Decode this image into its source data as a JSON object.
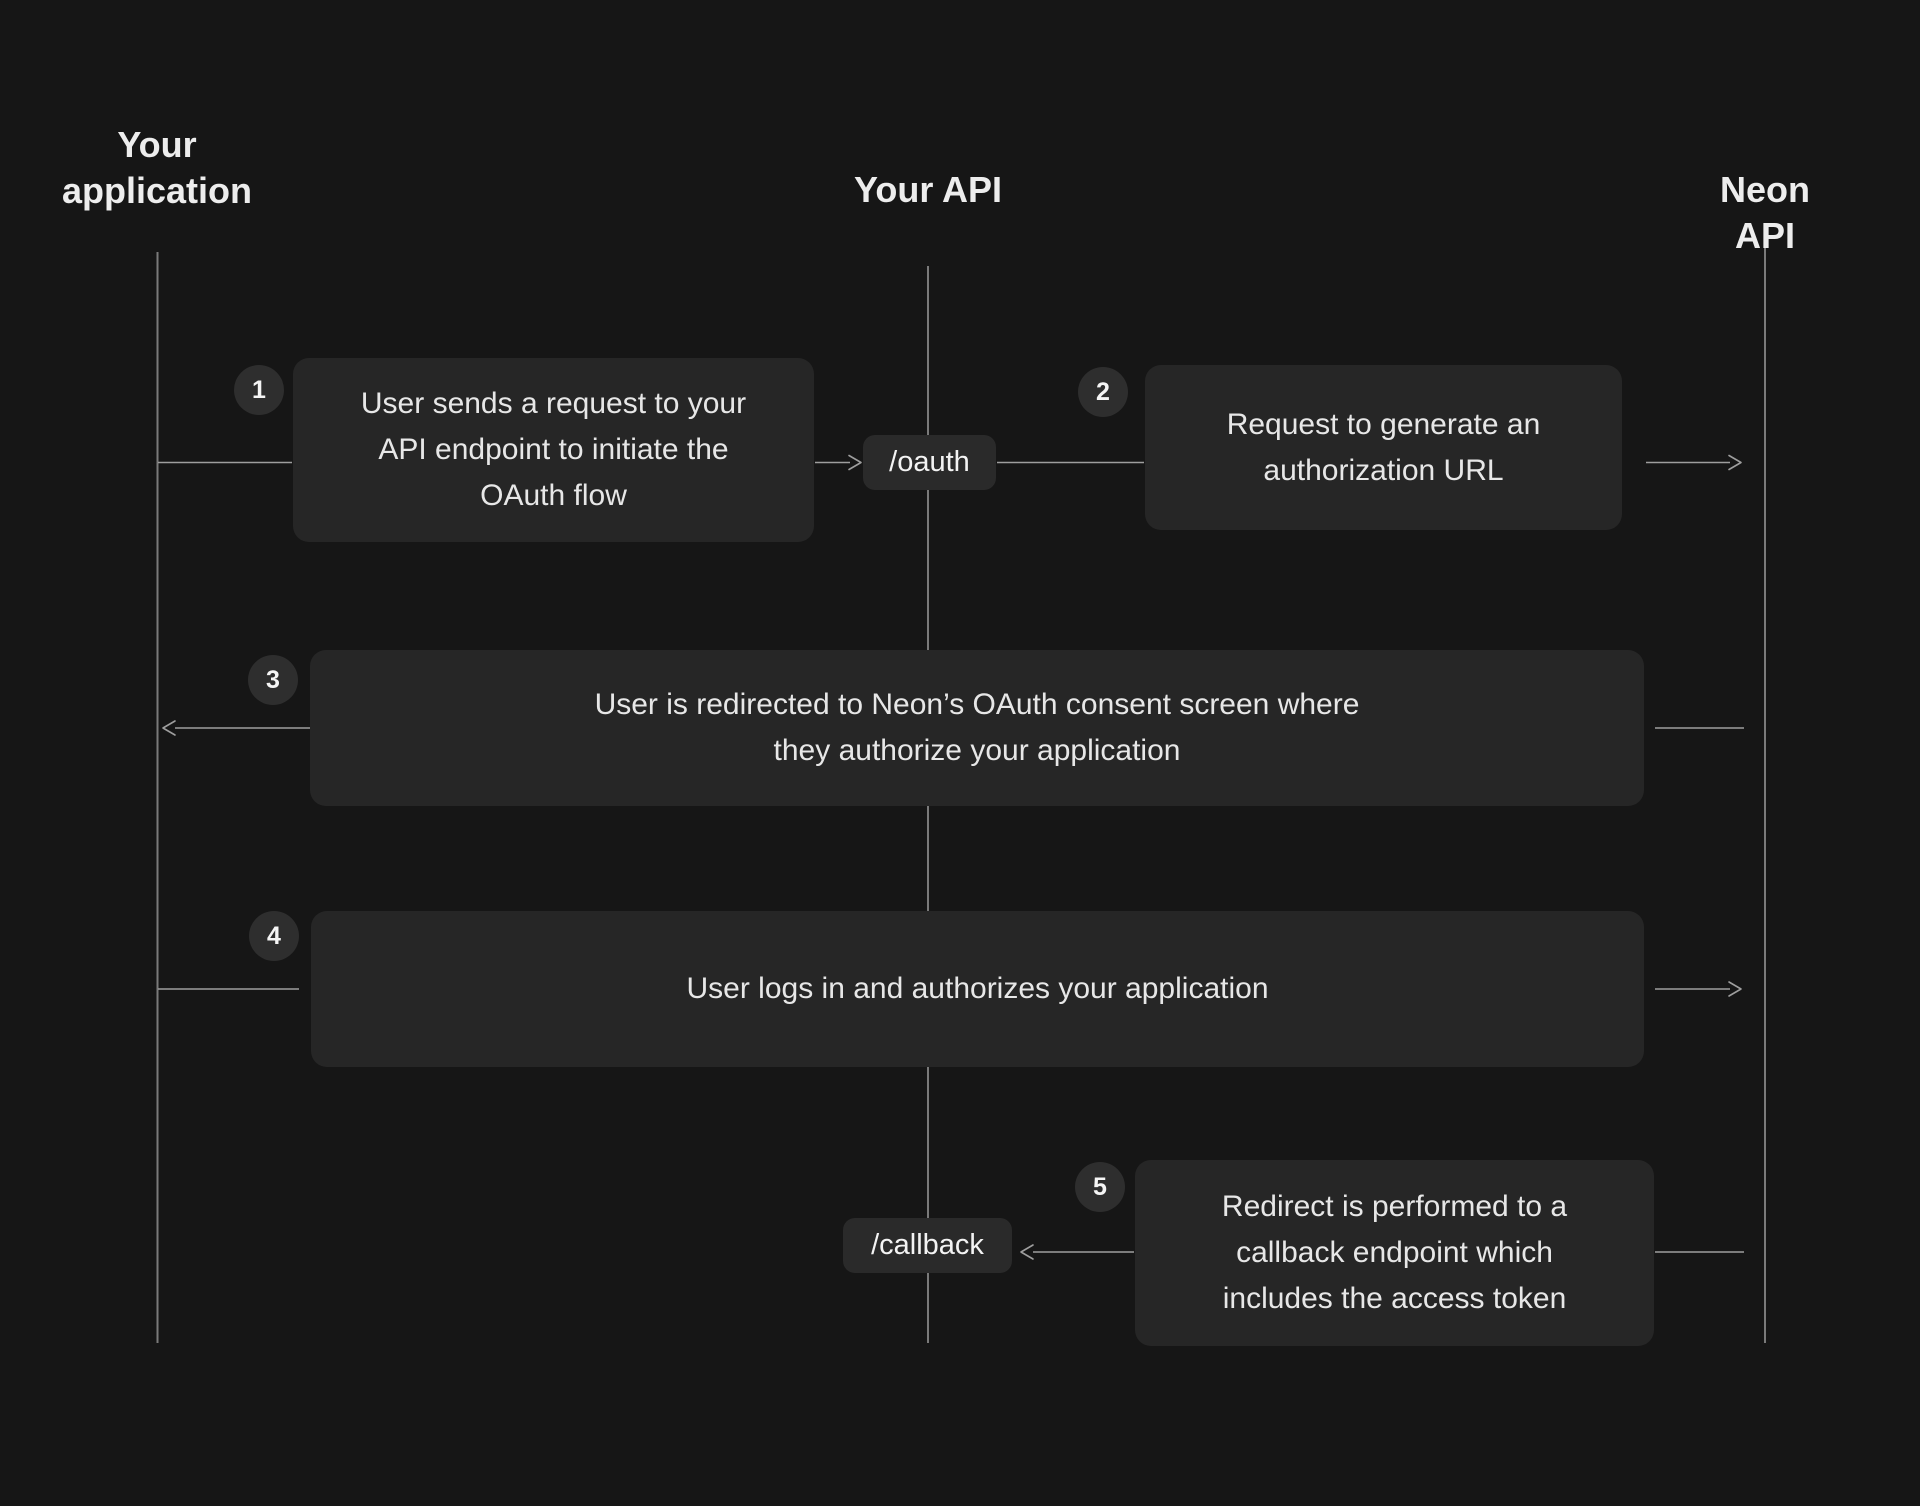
{
  "diagram": {
    "actors": [
      {
        "label": "Your\napplication"
      },
      {
        "label": "Your API"
      },
      {
        "label": "Neon API"
      }
    ],
    "endpoints": [
      {
        "label": "/oauth"
      },
      {
        "label": "/callback"
      }
    ],
    "steps": [
      {
        "number": "1",
        "text": "User sends a request to your\nAPI endpoint to initiate the\nOAuth flow"
      },
      {
        "number": "2",
        "text": "Request to generate an\nauthorization URL"
      },
      {
        "number": "3",
        "text": "User is redirected to Neon’s OAuth consent screen where\nthey authorize your application"
      },
      {
        "number": "4",
        "text": "User logs in and authorizes your application"
      },
      {
        "number": "5",
        "text": "Redirect is performed to a\ncallback endpoint which\nincludes the access token"
      }
    ],
    "colors": {
      "bg": "#161616",
      "box": "#262626",
      "pill": "#2a2a2a",
      "badge": "#2e2e2e",
      "line": "#9e9e9e",
      "lifeline": "#7a7a7a",
      "text": "#e7e7e7",
      "heading": "#ededed"
    }
  }
}
